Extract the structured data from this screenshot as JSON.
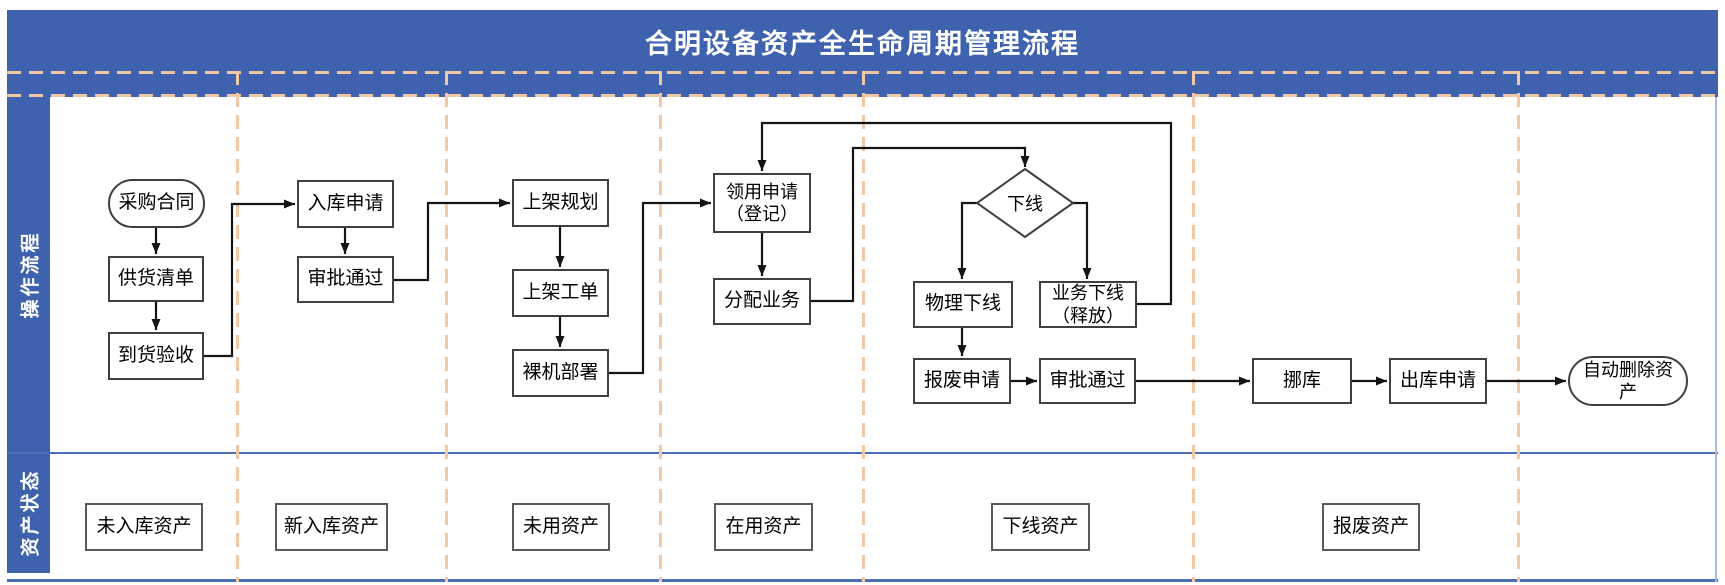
{
  "title": "合明设备资产全生命周期管理流程",
  "lanes": {
    "process": "操作流程",
    "status": "资产状态"
  },
  "nodes": {
    "purchase_contract": "采购合同",
    "supply_list": "供货清单",
    "arrival_acceptance": "到货验收",
    "inbound_request": "入库申请",
    "approval_passed_1": "审批通过",
    "rack_planning": "上架规划",
    "rack_work_order": "上架工单",
    "bare_metal_deploy": "裸机部署",
    "requisition_request_line1": "领用申请",
    "requisition_request_line2": "（登记）",
    "assign_business": "分配业务",
    "offline_decision": "下线",
    "physical_offline": "物理下线",
    "business_offline_line1": "业务下线",
    "business_offline_line2": "（释放）",
    "scrap_request": "报废申请",
    "approval_passed_2": "审批通过",
    "move_warehouse": "挪库",
    "outbound_request": "出库申请",
    "auto_delete_asset": "自动删除资产"
  },
  "statuses": [
    "未入库资产",
    "新入库资产",
    "未用资产",
    "在用资产",
    "下线资产",
    "报废资产"
  ],
  "colors": {
    "header_blue": "#3E62AD",
    "lane_line_blue": "#4A6FB7",
    "divider_dash_peach": "#F2C7A3",
    "node_border": "#3F3F3F",
    "arrow": "#141414"
  }
}
